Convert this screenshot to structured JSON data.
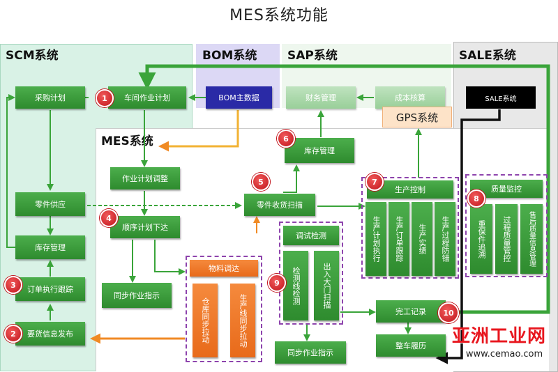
{
  "title": "MES系统功能",
  "zones": {
    "scm": "SCM系统",
    "bom": "BOM系统",
    "sap": "SAP系统",
    "sale": "SALE系统",
    "mes": "MES系统"
  },
  "boxes": {
    "purchase_plan": "采购计划",
    "workshop_plan": "车间作业计划",
    "bom_master": "BOM主数据",
    "finance": "财务管理",
    "cost": "成本核算",
    "gps": "GPS系统",
    "sale_system": "SALE系统",
    "inventory_sap": "库存管理",
    "plan_adjust": "作业计划调整",
    "parts_supply": "零件供应",
    "parts_receive": "零件收货扫描",
    "sequence_plan": "顺序计划下达",
    "scm_inventory": "库存管理",
    "order_tracking": "订单执行跟踪",
    "shipping_info": "要货信息发布",
    "sync_work_1": "同步作业指示",
    "material_dispatch": "物料调达",
    "warehouse_pull": "仓库同步拉动",
    "line_pull": "生产线同步拉动",
    "debug_inspect": "调试检测",
    "inspect_line": "检测线检测",
    "gate_scan": "出入大门扫描",
    "sync_work_2": "同步作业指示",
    "completion": "完工记录",
    "vehicle_history": "整车履历",
    "production_control": "生产控制",
    "prod_plan_exec": "生产计划执行",
    "prod_order_track": "生产订单跟踪",
    "prod_actual": "生产实绩",
    "prod_error_proof": "生产过程防错",
    "quality_monitor": "质量监控",
    "key_parts_trace": "重保件追溯",
    "process_quality": "过程质量管控",
    "after_sales_quality": "售后质量信息管理"
  },
  "badges": [
    "1",
    "2",
    "3",
    "4",
    "5",
    "6",
    "7",
    "8",
    "9",
    "10"
  ],
  "watermark": {
    "text": "亚洲工业网",
    "url": "www.cemao.com"
  }
}
